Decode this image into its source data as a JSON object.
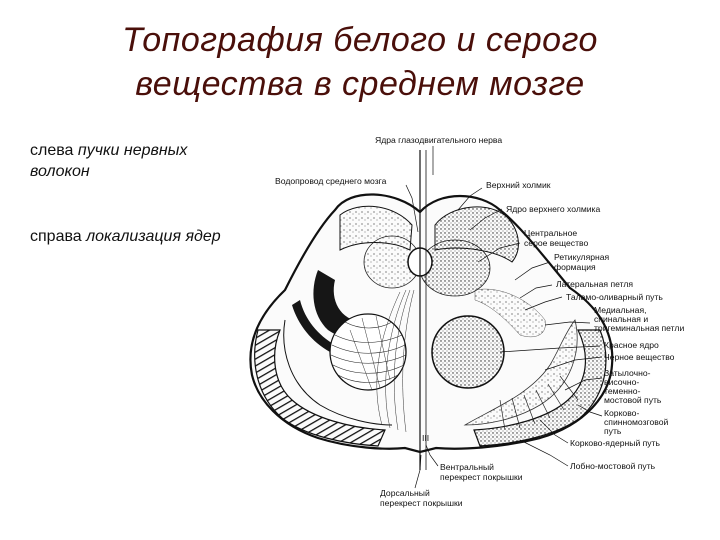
{
  "title": {
    "line1": "Топография белого и серого",
    "line2": "вещества в среднем мозге"
  },
  "notes": [
    {
      "lead": "слева",
      "rest": " пучки нервных волокон"
    },
    {
      "lead": "справа",
      "rest": " локализация ядер"
    }
  ],
  "labels": {
    "oculomotor_nuclei": "Ядра глазодвигательного нерва",
    "aqueduct": "Водопровод среднего мозга",
    "superior_colliculus": "Верхний холмик",
    "sup_colliculus_nucleus": "Ядро верхнего холмика",
    "central_gray_1": "Центральное",
    "central_gray_2": "серое вещество",
    "reticular_1": "Ретикулярная",
    "reticular_2": "формация",
    "lateral_lemniscus": "Латеральная петля",
    "thalamo_olivary": "Таламо-оливарный путь",
    "medial_1": "Медиальная,",
    "medial_2": "спинальная и",
    "medial_3": "тригеминальная петли",
    "red_nucleus": "Красное ядро",
    "substantia_nigra": "Черное вещество",
    "occipito_1": "Затылочно-",
    "occipito_2": "височно-",
    "occipito_3": "теменно-",
    "occipito_4": "мостовой путь",
    "corticospinal_1": "Корково-",
    "corticospinal_2": "спинномозговой",
    "corticospinal_3": "путь",
    "corticonuclear": "Корково-ядерный путь",
    "frontopontine": "Лобно-мостовой путь",
    "ventral_decussation_1": "Вентральный",
    "ventral_decussation_2": "перекрест покрышки",
    "dorsal_decussation_1": "Дорсальный",
    "dorsal_decussation_2": "перекрест покрышки",
    "numeral_III": "III"
  }
}
